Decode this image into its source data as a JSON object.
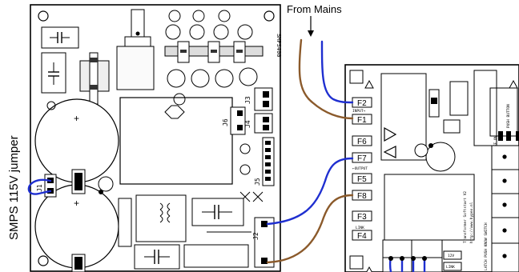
{
  "labels": {
    "from_mains": "From Mains",
    "smps_jumper": "SMPS 115V jumper",
    "smps_board_id": "SMPS400",
    "input_label": "INPUT→",
    "output_label": "←OUTPUT",
    "link_label": "LINK",
    "soft_start_text": "Transformer Softstart V2",
    "soft_start_sub": "http://www.hypex.nl",
    "switch_text_1": "OFF  ON",
    "switch_text_2": "PUSH BUTTON",
    "switch_text_3": "LATCH  PUSH KNOW SWITCH",
    "led_label_1": "12V",
    "led_label_2": "LINK"
  },
  "smps_connectors": {
    "j1": "J1",
    "j2": "J2",
    "j3": "J3",
    "j4": "J4",
    "j5": "J5",
    "j6": "J6"
  },
  "softstart_terminals": {
    "f2": "F2",
    "f1": "F1",
    "f6": "F6",
    "f7": "F7",
    "f5": "F5",
    "f8": "F8",
    "f3": "F3",
    "f4": "F4"
  },
  "colors": {
    "wire_live": "#1f2fd0",
    "wire_neutral": "#8b5a2b",
    "board_outline": "#000000"
  }
}
